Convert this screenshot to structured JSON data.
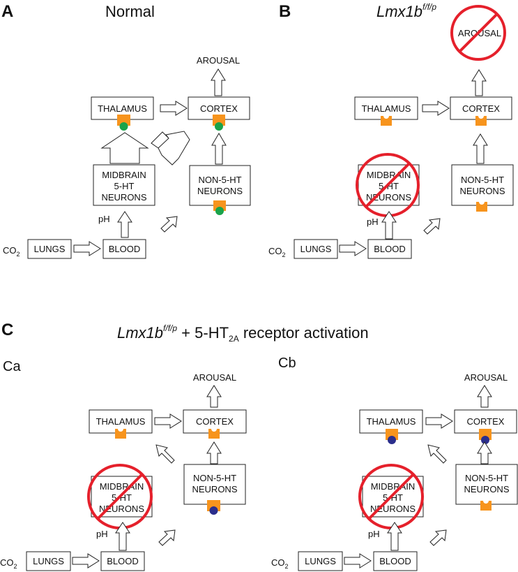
{
  "colors": {
    "receptor": "#F7941D",
    "agonist_green": "#1AA34A",
    "agonist_blue": "#2B2E8C",
    "prohibition_red": "#E5202B"
  },
  "panel_A": {
    "letter": "A",
    "title": "Normal",
    "boxes": {
      "thalamus": "THALAMUS",
      "cortex": "CORTEX",
      "midbrain": [
        "MIDBRAIN",
        "5-HT",
        "NEURONS"
      ],
      "non5ht": [
        "NON-5-HT",
        "NEURONS"
      ],
      "lungs": "LUNGS",
      "blood": "BLOOD"
    },
    "arousal": "AROUSAL",
    "co2": "CO",
    "co2_sub": "2",
    "ph": "pH"
  },
  "panel_B": {
    "letter": "B",
    "title_italic": "Lmx1b",
    "title_sup": "f/f/p",
    "boxes": {
      "thalamus": "THALAMUS",
      "cortex": "CORTEX",
      "midbrain": [
        "MIDBRAIN",
        "5-HT",
        "NEURONS"
      ],
      "non5ht": [
        "NON-5-HT",
        "NEURONS"
      ],
      "lungs": "LUNGS",
      "blood": "BLOOD"
    },
    "arousal": "AROUSAL",
    "co2": "CO",
    "co2_sub": "2",
    "ph": "pH"
  },
  "panel_C": {
    "letter": "C",
    "title_italic": "Lmx1b",
    "title_sup": "f/f/p",
    "title_rest": " + 5-HT",
    "title_sub": "2A",
    "title_end": " receptor activation",
    "sub_a": "Ca",
    "sub_b": "Cb",
    "boxes": {
      "thalamus": "THALAMUS",
      "cortex": "CORTEX",
      "midbrain": [
        "MIDBRAIN",
        "5-HT",
        "NEURONS"
      ],
      "non5ht": [
        "NON-5-HT",
        "NEURONS"
      ],
      "lungs": "LUNGS",
      "blood": "BLOOD"
    },
    "arousal": "AROUSAL",
    "co2": "CO",
    "co2_sub": "2",
    "ph": "pH"
  }
}
